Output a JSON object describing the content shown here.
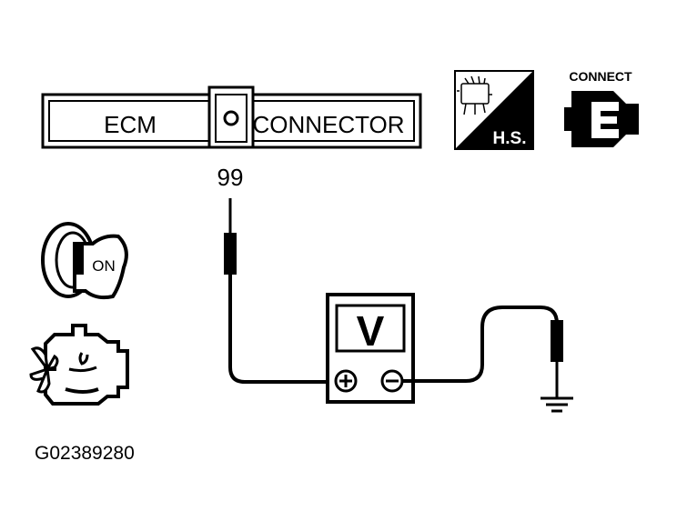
{
  "connector": {
    "left_label": "ECM",
    "right_label": "CONNECTOR",
    "pin_number": "99"
  },
  "harness_icon": {
    "label": "H.S."
  },
  "connect_icon": {
    "label": "CONNECT"
  },
  "ignition_icon": {
    "label": "ON"
  },
  "voltmeter": {
    "label": "V"
  },
  "figure_id": "G02389280",
  "colors": {
    "ink": "#000000",
    "paper": "#ffffff"
  }
}
